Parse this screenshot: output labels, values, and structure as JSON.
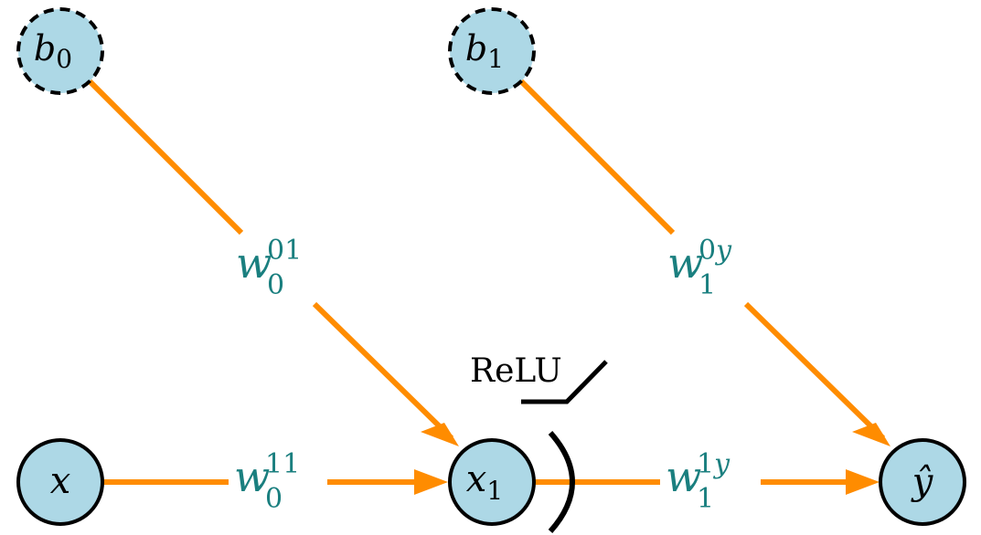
{
  "colors": {
    "node_fill": "#add8e6",
    "node_stroke": "#000000",
    "edge": "#ff8c00",
    "weight_label": "#1a7f7f"
  },
  "nodes": {
    "b0": {
      "base": "b",
      "sub": "0",
      "style": "dashed"
    },
    "b1": {
      "base": "b",
      "sub": "1",
      "style": "dashed"
    },
    "x": {
      "base": "x",
      "sub": "",
      "style": "solid"
    },
    "x1": {
      "base": "x",
      "sub": "1",
      "style": "solid"
    },
    "yhat": {
      "base": "ŷ",
      "sub": "",
      "style": "solid"
    }
  },
  "weights": {
    "w_b0_x1": {
      "base": "w",
      "sup": "01",
      "sub": "0"
    },
    "w_x_x1": {
      "base": "w",
      "sup": "11",
      "sub": "0"
    },
    "w_b1_yhat": {
      "base": "w",
      "sup_digit": "0",
      "sup_var": "y",
      "sub": "1"
    },
    "w_x1_yhat": {
      "base": "w",
      "sup_digit": "1",
      "sup_var": "y",
      "sub": "1"
    }
  },
  "activation": {
    "label": "ReLU"
  }
}
